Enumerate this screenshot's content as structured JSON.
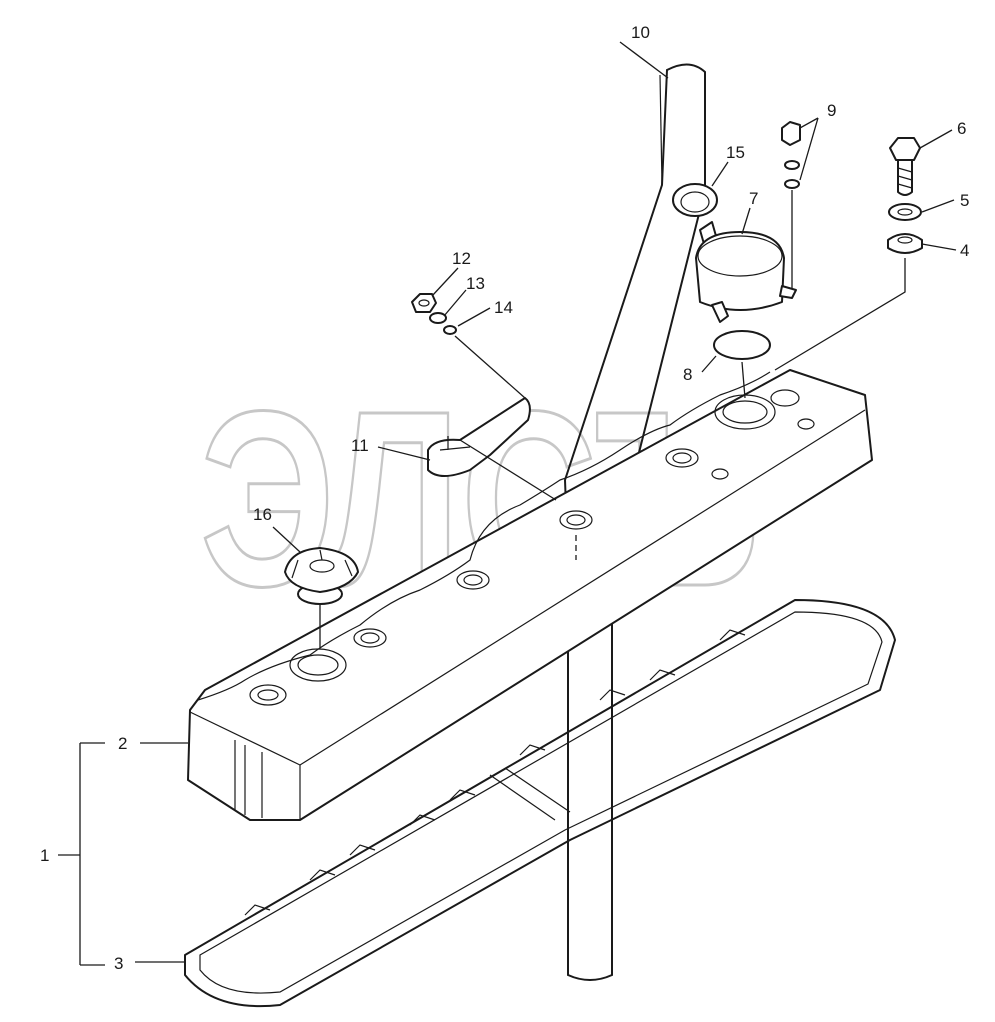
{
  "diagram": {
    "watermark": "ЭЛСЪ",
    "corner_mark": "",
    "callouts": {
      "c1": "1",
      "c2": "2",
      "c3": "3",
      "c4": "4",
      "c5": "5",
      "c6": "6",
      "c7": "7",
      "c8": "8",
      "c9": "9",
      "c10": "10",
      "c11": "11",
      "c12": "12",
      "c13": "13",
      "c14": "14",
      "c15": "15",
      "c16": "16"
    },
    "colors": {
      "line": "#1a1a1a",
      "watermark": "#c7c7c7",
      "background": "#ffffff"
    }
  }
}
